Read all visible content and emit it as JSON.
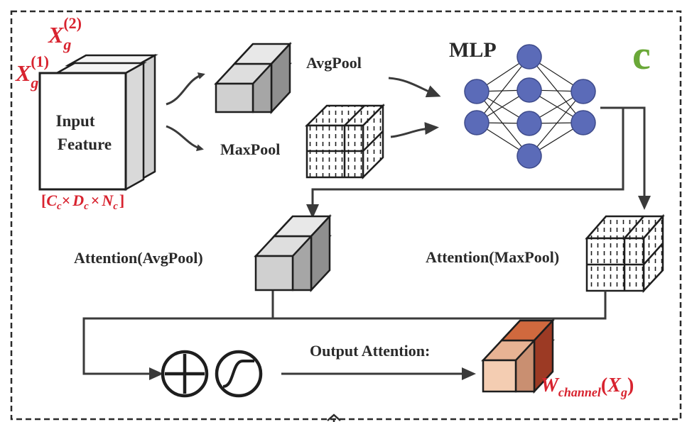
{
  "panel": {
    "tag": "c",
    "tag_color": "#6aa838",
    "accent_red": "#d8232f"
  },
  "input_feature": {
    "label_line1": "Input",
    "label_line2": "Feature",
    "x2_label_base": "X",
    "x2_label_sub": "g",
    "x2_label_sup": "(2)",
    "x1_label_base": "X",
    "x1_label_sub": "g",
    "x1_label_sup": "(1)",
    "shape_open": "[",
    "shape_c": "C",
    "shape_c_sub": "c",
    "shape_times1": "×",
    "shape_d": "D",
    "shape_d_sub": "c",
    "shape_times2": "×",
    "shape_n": "N",
    "shape_n_sub": "c",
    "shape_close": "]"
  },
  "pools": {
    "avg_label": "AvgPool",
    "max_label": "MaxPool"
  },
  "mlp": {
    "label": "MLP",
    "node_color": "#5b6bb8"
  },
  "attention": {
    "avg_label": "Attention(AvgPool)",
    "max_label": "Attention(MaxPool)"
  },
  "output": {
    "label": "Output Attention:",
    "w_base": "W",
    "w_sub": "channel",
    "w_paren_open": "(",
    "w_x": "X",
    "w_x_sub": "g",
    "w_paren_close": ")"
  },
  "operators": {
    "sum_icon": "circle-plus",
    "sigmoid_icon": "sigmoid-curve"
  }
}
